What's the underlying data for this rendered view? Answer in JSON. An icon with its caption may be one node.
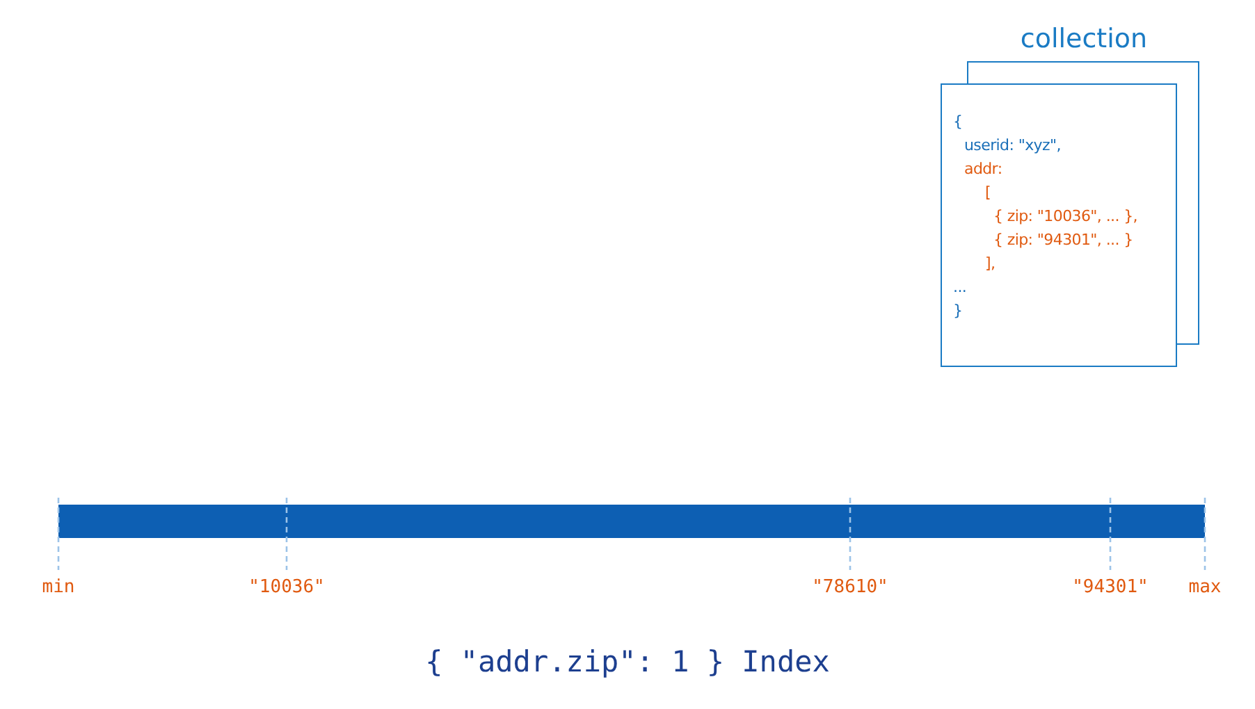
{
  "diagram": {
    "caption": "{ \"addr.zip\": 1 } Index",
    "nodes": [
      {
        "text": [
          "collection",
          "{",
          "userid: \"xyz\",",
          "addr:",
          "[",
          "{ zip: \"10036\", ... },",
          "{ zip: \"94301\", ... }",
          "],",
          "...",
          "}"
        ]
      },
      {
        "text": [],
        "shape": "bar"
      }
    ],
    "edges": [],
    "labels": [
      "min",
      "\"10036\"",
      "\"78610\"",
      "\"94301\"",
      "max"
    ]
  }
}
